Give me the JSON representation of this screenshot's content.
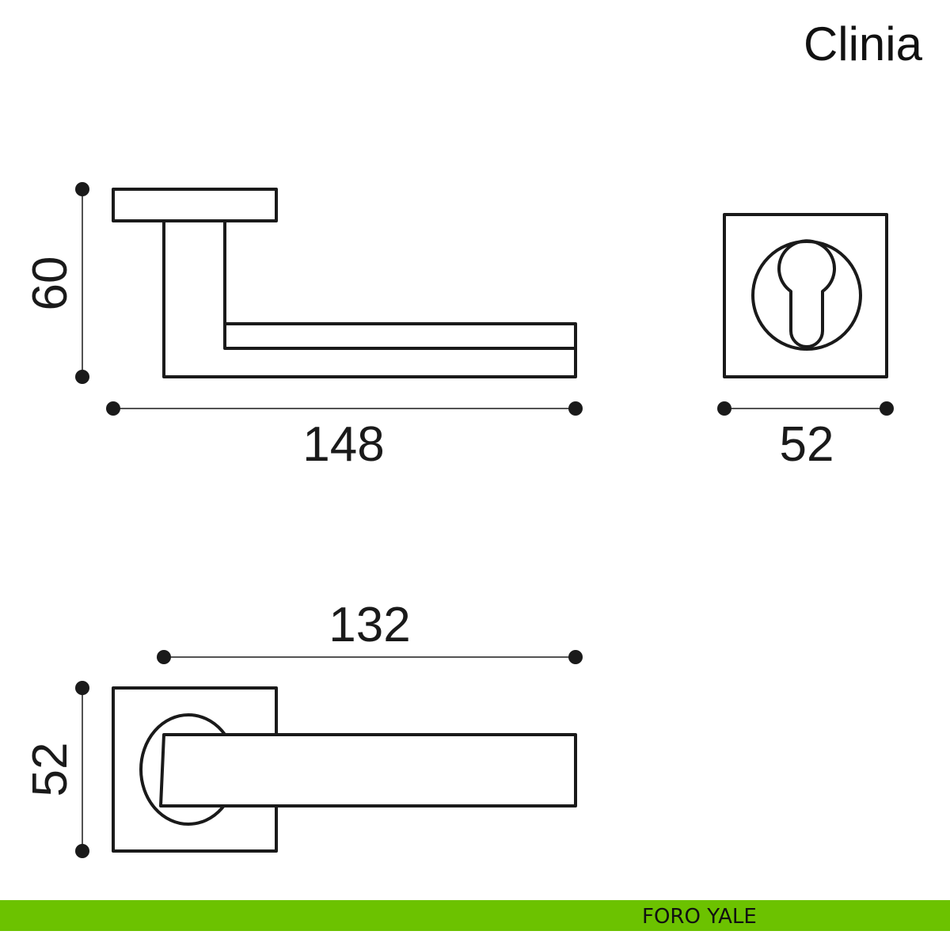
{
  "title": "Clinia",
  "dimensions": {
    "side_height": "60",
    "side_length": "148",
    "rose_width": "52",
    "top_length": "132",
    "top_rose_height": "52"
  },
  "footer": {
    "label": "FORO YALE",
    "color": "#6cc200"
  }
}
